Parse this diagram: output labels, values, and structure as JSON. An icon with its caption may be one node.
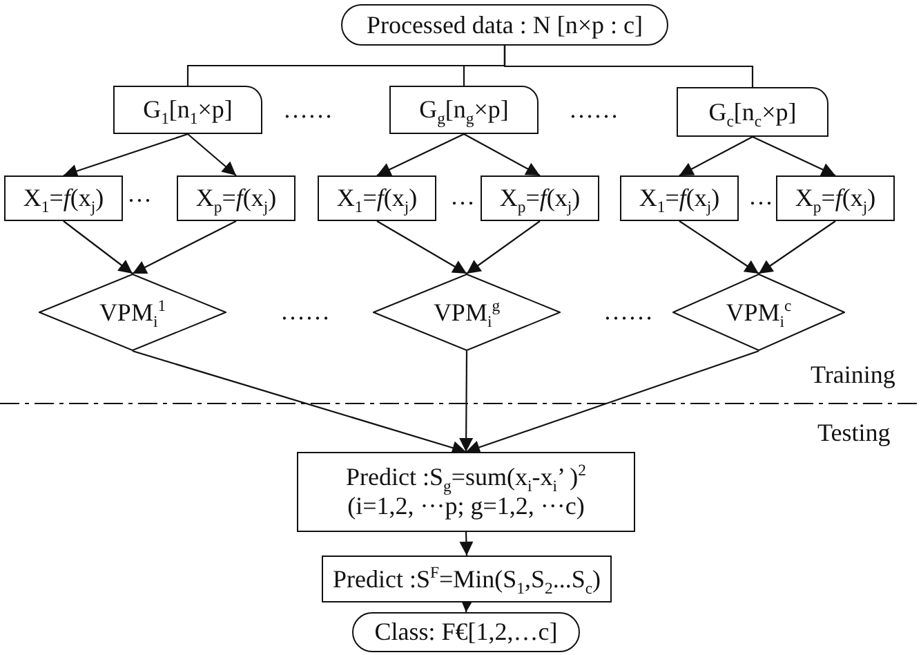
{
  "diagram": {
    "nodes": [
      {
        "text": [
          "Processed data : N [n×p : c]"
        ]
      },
      {
        "text": [
          "G$_{1}$[n$_{1}$×p]"
        ]
      },
      {
        "text": [
          "G$_{g}$[n$_{g}$×p]"
        ]
      },
      {
        "text": [
          "G$_{c}$[n$_{c}$×p]"
        ]
      },
      {
        "text": [
          "X$_{1}$=*f*(x$_{j}$)"
        ]
      },
      {
        "text": [
          "X$_{p}$=*f*(x$_{j}$)"
        ]
      },
      {
        "text": [
          "X$_{1}$=*f*(x$_{j}$)"
        ]
      },
      {
        "text": [
          "X$_{p}$=*f*(x$_{j}$)"
        ]
      },
      {
        "text": [
          "X$_{1}$=*f*(x$_{j}$)"
        ]
      },
      {
        "text": [
          "X$_{p}$=*f*(x$_{j}$)"
        ]
      },
      {
        "text": [
          "VPM$_{i}$$^{1}$"
        ]
      },
      {
        "text": [
          "VPM$_{i}$$^{g}$"
        ]
      },
      {
        "text": [
          "VPM$_{i}$$^{c}$"
        ]
      },
      {
        "text": [
          "Predict :S$_{g}$=sum(x$_{i}$-x$_{i}$’ )$^{2}$",
          "(i=1,2, ···p; g=1,2, ···c)"
        ]
      },
      {
        "text": [
          "Predict :S$^{F}$=Min(S$_{1}$,S$_{2}$...S$_{c}$)"
        ]
      },
      {
        "text": [
          "Class: F€[1,2,…c]"
        ]
      }
    ],
    "edges": [
      {
        "from": 0,
        "to": 1,
        "arrow": "none"
      },
      {
        "from": 0,
        "to": 2,
        "arrow": "none"
      },
      {
        "from": 0,
        "to": 3,
        "arrow": "none"
      },
      {
        "from": 1,
        "to": 4,
        "arrow": "to"
      },
      {
        "from": 1,
        "to": 5,
        "arrow": "to"
      },
      {
        "from": 2,
        "to": 6,
        "arrow": "to"
      },
      {
        "from": 2,
        "to": 7,
        "arrow": "to"
      },
      {
        "from": 3,
        "to": 8,
        "arrow": "to"
      },
      {
        "from": 3,
        "to": 9,
        "arrow": "to"
      },
      {
        "from": 4,
        "to": 10,
        "arrow": "to"
      },
      {
        "from": 5,
        "to": 10,
        "arrow": "to"
      },
      {
        "from": 6,
        "to": 11,
        "arrow": "to"
      },
      {
        "from": 7,
        "to": 11,
        "arrow": "to"
      },
      {
        "from": 8,
        "to": 12,
        "arrow": "to"
      },
      {
        "from": 9,
        "to": 12,
        "arrow": "to"
      },
      {
        "from": 10,
        "to": 13,
        "arrow": "to"
      },
      {
        "from": 11,
        "to": 13,
        "arrow": "to"
      },
      {
        "from": 12,
        "to": 13,
        "arrow": "to"
      },
      {
        "from": 13,
        "to": 14,
        "arrow": "to"
      },
      {
        "from": 14,
        "to": 15,
        "arrow": "to"
      }
    ],
    "labels": [
      "……",
      "……",
      "···",
      "···",
      "···",
      "……",
      "……",
      "Training",
      "Testing"
    ]
  }
}
